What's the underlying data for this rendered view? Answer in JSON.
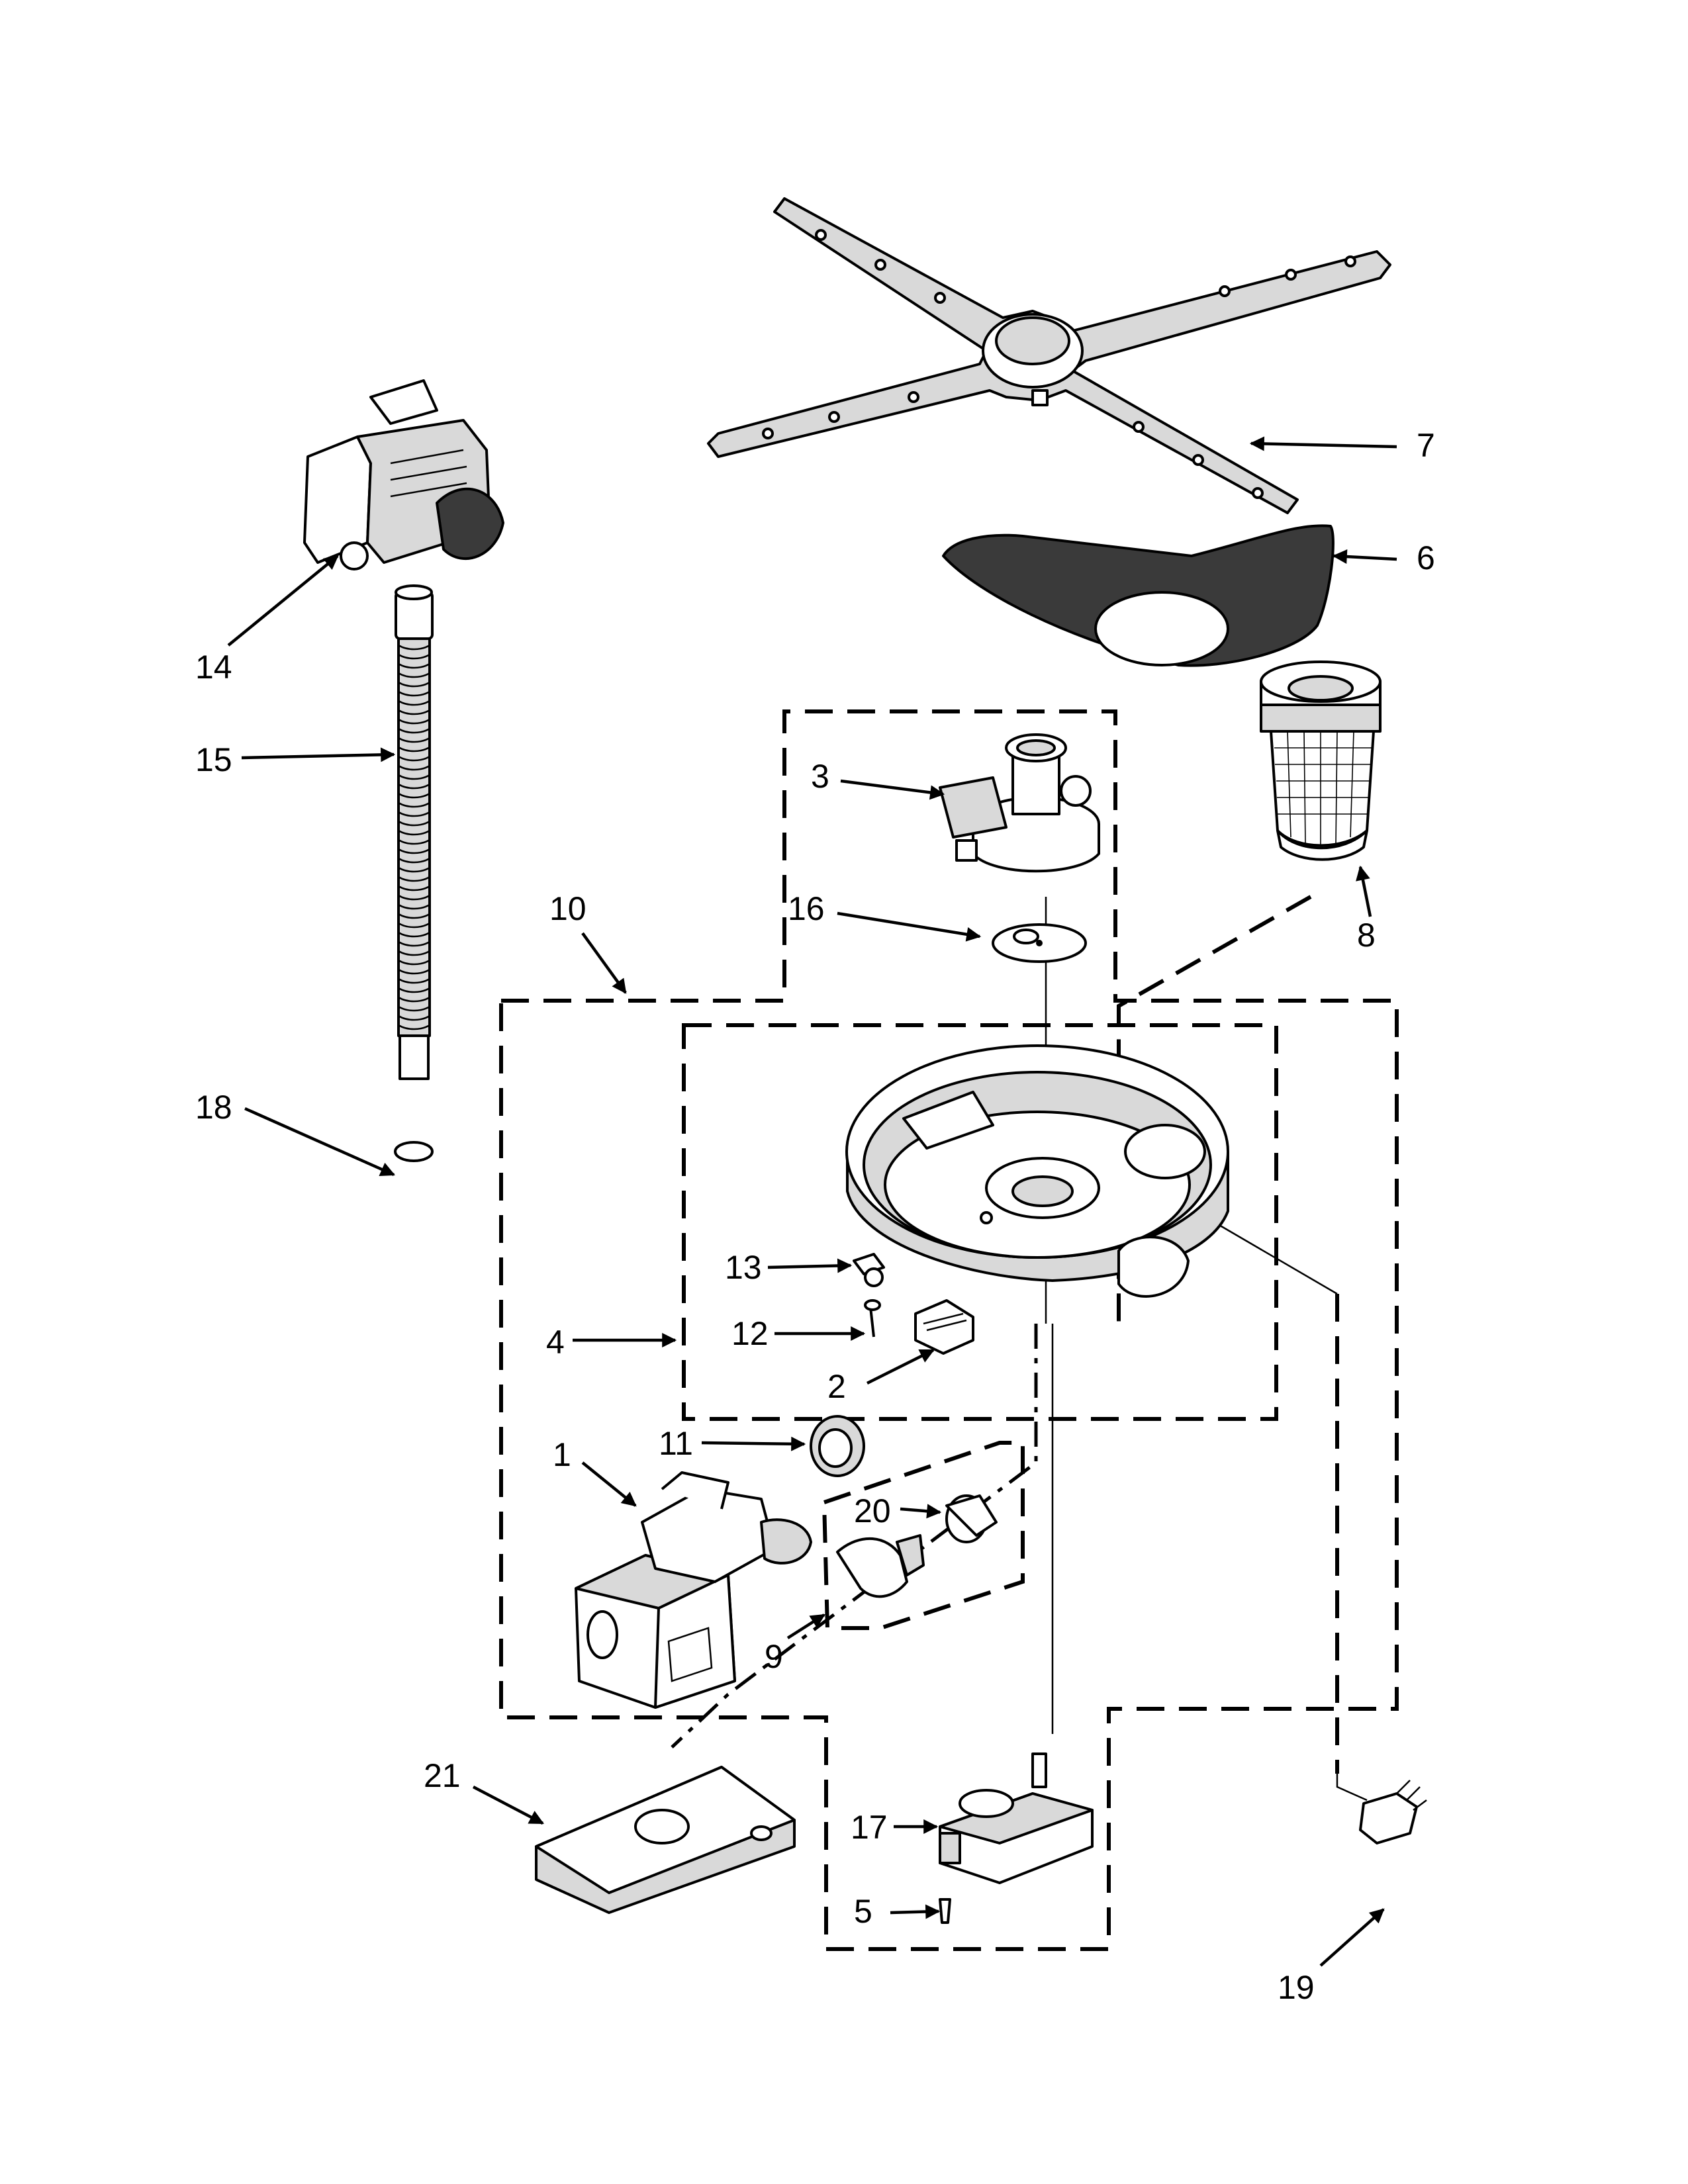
{
  "diagram": {
    "callouts": [
      {
        "id": "c1",
        "label": "1"
      },
      {
        "id": "c2",
        "label": "2"
      },
      {
        "id": "c3",
        "label": "3"
      },
      {
        "id": "c4",
        "label": "4"
      },
      {
        "id": "c5",
        "label": "5"
      },
      {
        "id": "c6",
        "label": "6"
      },
      {
        "id": "c7",
        "label": "7"
      },
      {
        "id": "c8",
        "label": "8"
      },
      {
        "id": "c9",
        "label": "9"
      },
      {
        "id": "c10",
        "label": "10"
      },
      {
        "id": "c11",
        "label": "11"
      },
      {
        "id": "c12",
        "label": "12"
      },
      {
        "id": "c13",
        "label": "13"
      },
      {
        "id": "c14",
        "label": "14"
      },
      {
        "id": "c15",
        "label": "15"
      },
      {
        "id": "c16",
        "label": "16"
      },
      {
        "id": "c17",
        "label": "17"
      },
      {
        "id": "c18",
        "label": "18"
      },
      {
        "id": "c19",
        "label": "19"
      },
      {
        "id": "c20",
        "label": "20"
      },
      {
        "id": "c21",
        "label": "21"
      }
    ],
    "colors": {
      "line": "#000000",
      "fill": "#ffffff",
      "shade": "#d9d9d9",
      "dark": "#3a3a3a"
    }
  }
}
